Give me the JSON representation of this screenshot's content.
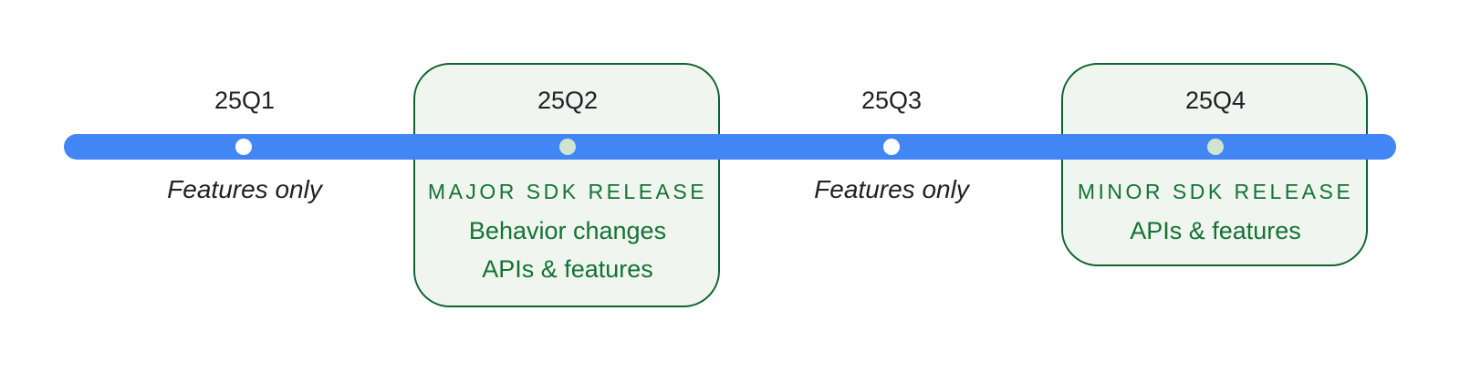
{
  "colors": {
    "bar_blue": "#4285f4",
    "box_fill": "#f0f5f0",
    "box_border": "#0d652d",
    "green_text": "#137333",
    "dark_text": "#202124",
    "dot_white": "#ffffff",
    "dot_green": "#d0e4ce"
  },
  "timeline": {
    "quarters": [
      {
        "label": "25Q1",
        "note": "Features only",
        "dot": "white",
        "highlighted": false
      },
      {
        "label": "25Q2",
        "heading": "MAJOR SDK RELEASE",
        "details": [
          "Behavior changes",
          "APIs & features"
        ],
        "dot": "light-green",
        "highlighted": true
      },
      {
        "label": "25Q3",
        "note": "Features only",
        "dot": "white",
        "highlighted": false
      },
      {
        "label": "25Q4",
        "heading": "MINOR SDK RELEASE",
        "details": [
          "APIs & features"
        ],
        "dot": "light-green",
        "highlighted": true
      }
    ]
  }
}
